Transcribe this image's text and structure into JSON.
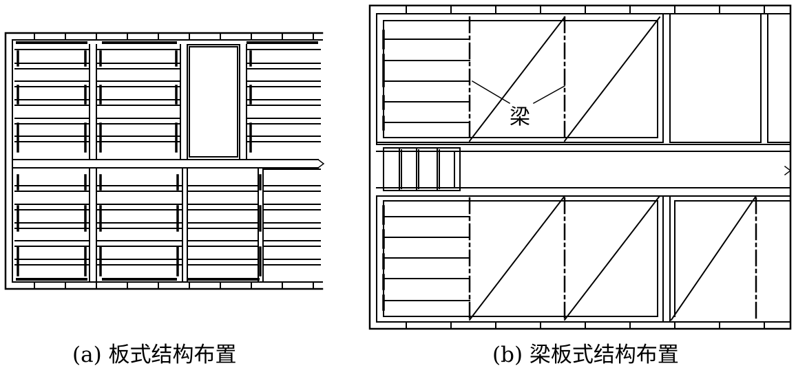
{
  "captions": {
    "a": "(a) 板式结构布置",
    "b": "(b) 梁板式结构布置"
  },
  "labels": {
    "beam": "梁"
  },
  "colors": {
    "line": "#000000",
    "background": "#ffffff"
  }
}
